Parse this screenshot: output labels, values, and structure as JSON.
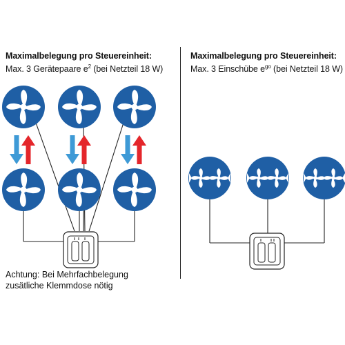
{
  "left_panel": {
    "title": "Maximalbelegung pro Steuereinheit:",
    "line2_text": "Max. 3 Gerätepaare e",
    "line2_sup": "2",
    "line2_suffix": " (bei Netzteil 18 W)",
    "fan_pairs": 3,
    "note_line1": "Achtung: Bei Mehrfachbelegung",
    "note_line2": "zusätliche Klemmdose nötig"
  },
  "right_panel": {
    "title": "Maximalbelegung pro Steuereinheit:",
    "line2_text": "Max. 3 Einschübe e",
    "line2_sup": "go",
    "line2_suffix": " (bei Netzteil 18 W)",
    "inserts": 3
  },
  "colors": {
    "fan_blue": "#1f5fa5",
    "fan_white": "#ffffff",
    "arrow_blue": "#3e9ad6",
    "arrow_red": "#e4262b",
    "wire": "#222222"
  },
  "icons": [
    "fan-icon",
    "dual-fan-insert-icon",
    "airflow-arrow-down-icon",
    "airflow-arrow-up-icon",
    "control-unit-icon"
  ]
}
